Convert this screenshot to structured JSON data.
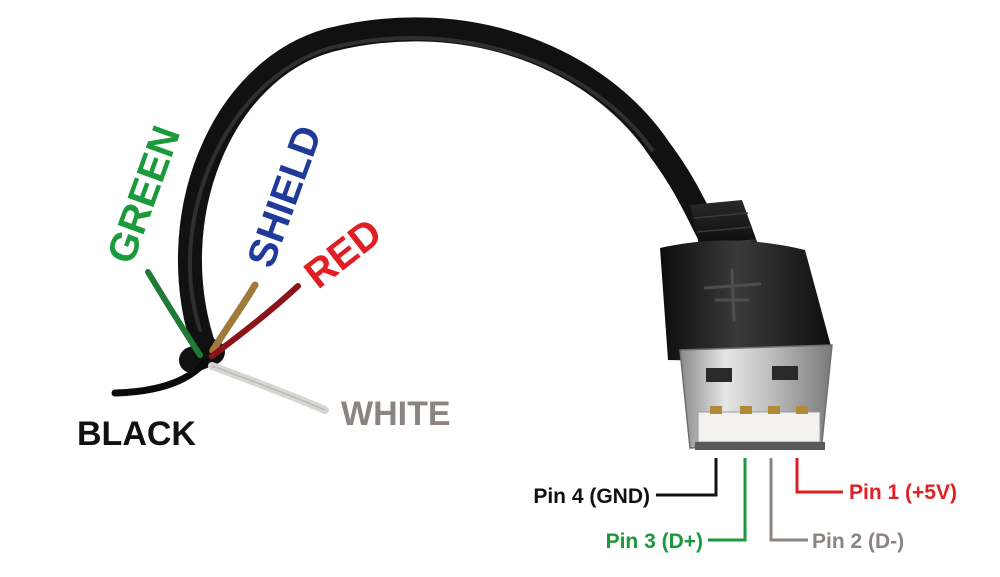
{
  "wires": {
    "green": {
      "label": "GREEN",
      "color": "#1a9a3a"
    },
    "shield": {
      "label": "SHIELD",
      "color": "#1f3a9a"
    },
    "red": {
      "label": "RED",
      "color": "#e01f25"
    },
    "black": {
      "label": "BLACK",
      "color": "#111111"
    },
    "white": {
      "label": "WHITE",
      "color": "#8c8480"
    }
  },
  "pins": {
    "pin1": {
      "label": "Pin 1 (+5V)",
      "color": "#e01f25"
    },
    "pin2": {
      "label": "Pin 2 (D-)",
      "color": "#8c8480"
    },
    "pin3": {
      "label": "Pin 3 (D+)",
      "color": "#1a9a3a"
    },
    "pin4": {
      "label": "Pin 4 (GND)",
      "color": "#111111"
    }
  }
}
